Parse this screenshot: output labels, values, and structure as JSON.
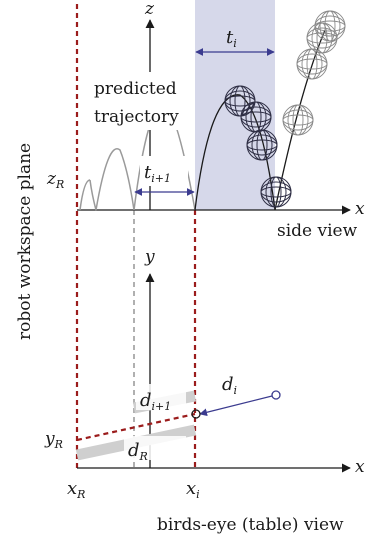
{
  "labels": {
    "plane": "robot workspace plane",
    "predicted_line1": "predicted",
    "predicted_line2": "trajectory",
    "side_view": "side view",
    "birds_view": "birds-eye (table) view",
    "z_axis": "z",
    "x_axis_top": "x",
    "x_axis_bottom": "x",
    "y_axis": "y",
    "z_R": "z",
    "z_R_sub": "R",
    "t_i": "t",
    "t_i_sub": "i",
    "t_i1": "t",
    "t_i1_sub": "i+1",
    "d_i": "d",
    "d_i_sub": "i",
    "d_i1": "d",
    "d_i1_sub": "i+1",
    "d_R": "d",
    "d_R_sub": "R",
    "y_R": "y",
    "y_R_sub": "R",
    "x_R": "x",
    "x_R_sub": "R",
    "x_i": "x",
    "x_i_sub": "i"
  },
  "colors": {
    "red_dash": "#9b1c1c",
    "shade": "#d6d8ea",
    "ball_dark": "#2f2f45",
    "ball_light": "#8a8a8a",
    "arrow_blue": "#3b3b8f",
    "gray_band": "#cfcfcf"
  }
}
